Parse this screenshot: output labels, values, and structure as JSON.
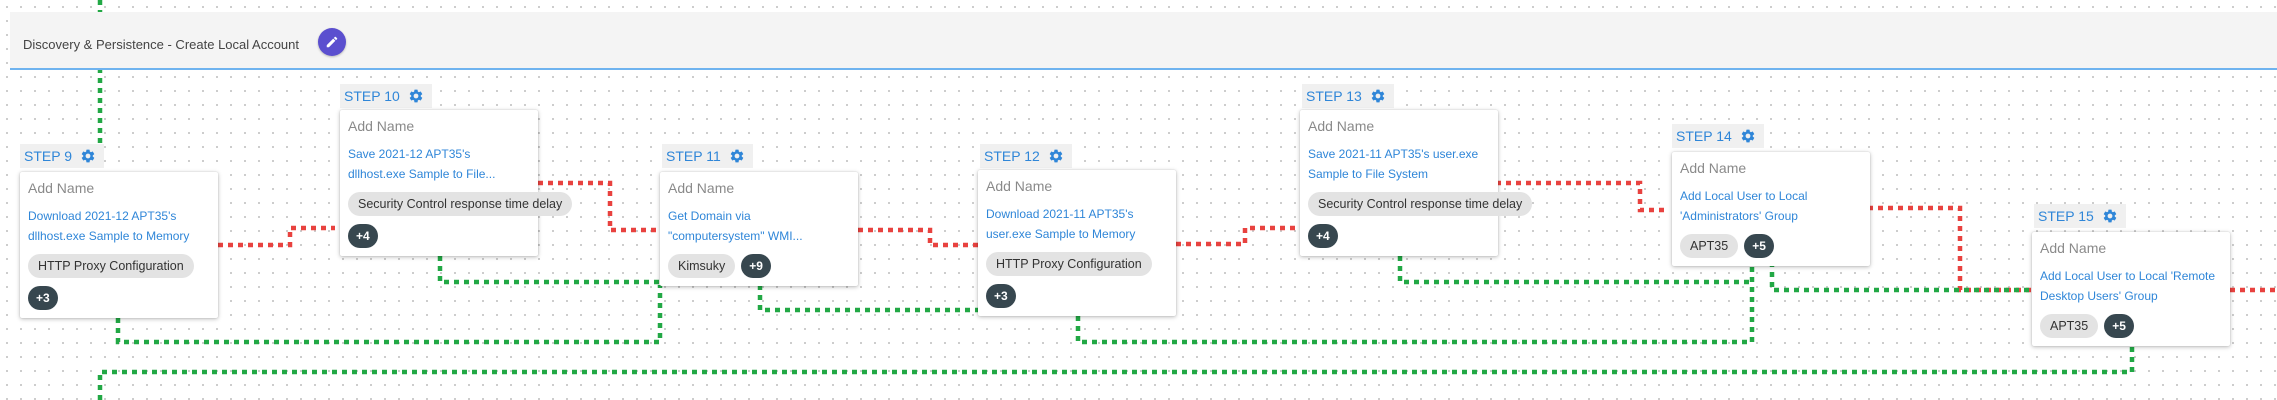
{
  "header": {
    "title": "Discovery & Persistence - Create Local Account"
  },
  "steps": [
    {
      "label": "STEP 9",
      "name_placeholder": "Add Name",
      "action": "Download 2021-12 APT35's dllhost.exe Sample to Memory",
      "chip": "HTTP Proxy Configuration",
      "more": "+3"
    },
    {
      "label": "STEP 10",
      "name_placeholder": "Add Name",
      "action": "Save 2021-12 APT35's dllhost.exe Sample to File...",
      "chip": "Security Control response time delay",
      "more": "+4"
    },
    {
      "label": "STEP 11",
      "name_placeholder": "Add Name",
      "action": "Get Domain via \"computersystem\" WMI...",
      "chip": "Kimsuky",
      "more": "+9"
    },
    {
      "label": "STEP 12",
      "name_placeholder": "Add Name",
      "action": "Download 2021-11 APT35's user.exe Sample to Memory",
      "chip": "HTTP Proxy Configuration",
      "more": "+3"
    },
    {
      "label": "STEP 13",
      "name_placeholder": "Add Name",
      "action": "Save 2021-11 APT35's user.exe Sample to File System",
      "chip": "Security Control response time delay",
      "more": "+4"
    },
    {
      "label": "STEP 14",
      "name_placeholder": "Add Name",
      "action": "Add Local User to Local 'Administrators' Group",
      "chip": "APT35",
      "more": "+5"
    },
    {
      "label": "STEP 15",
      "name_placeholder": "Add Name",
      "action": "Add Local User to Local 'Remote Desktop Users' Group",
      "chip": "APT35",
      "more": "+5"
    }
  ],
  "colors": {
    "accent": "#2f86d8",
    "edit_button": "#5b4fcf",
    "connector_red": "#e8423f",
    "connector_green": "#22a845",
    "more_chip": "#37474f"
  },
  "icons": {
    "edit": "pencil-icon",
    "settings": "gear-icon"
  }
}
